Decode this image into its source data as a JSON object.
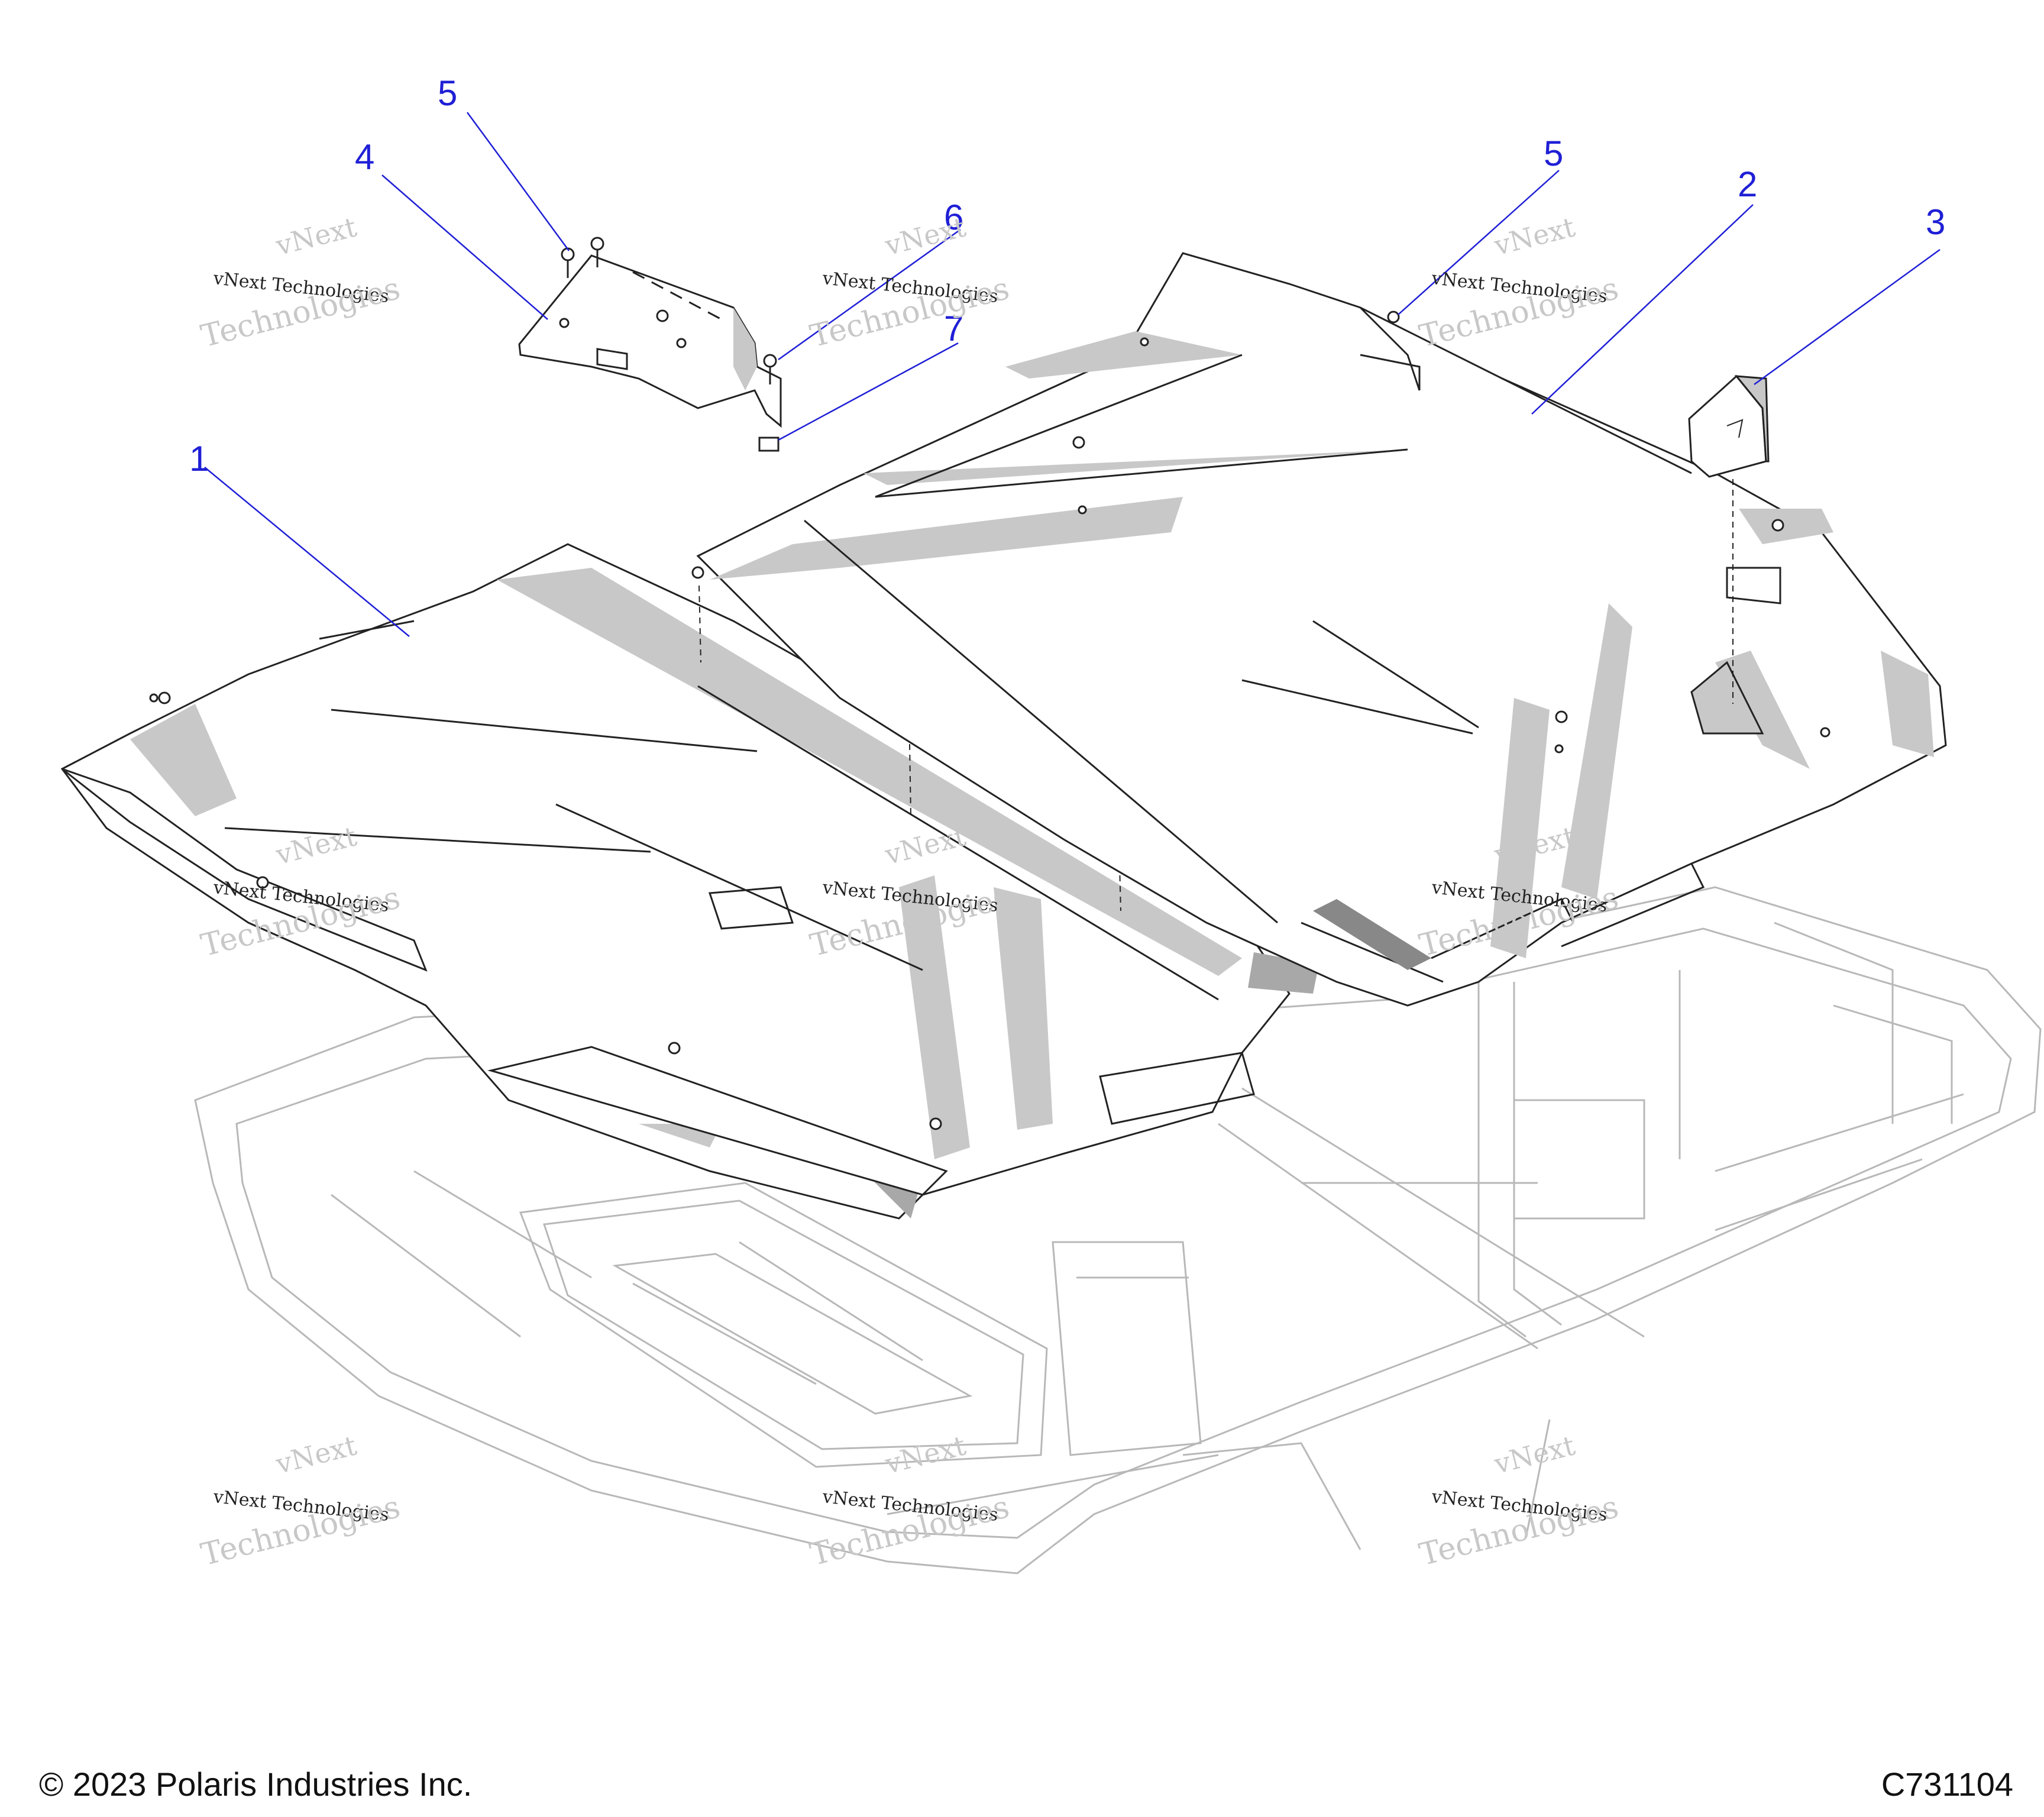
{
  "callouts": [
    {
      "label": "1"
    },
    {
      "label": "2"
    },
    {
      "label": "3"
    },
    {
      "label": "4"
    },
    {
      "label": "5"
    },
    {
      "label": "5"
    },
    {
      "label": "6"
    },
    {
      "label": "7"
    }
  ],
  "watermark": {
    "line1": "vNext",
    "line2": "vNext Technologies",
    "line3": "Technologies"
  },
  "footer": {
    "copyright": "© 2023 Polaris Industries Inc.",
    "drawing_code": "C731104"
  },
  "colors": {
    "callout": "#1f1fd6",
    "line": "#222222",
    "shade": "#c8c8c8",
    "ghost": "#b8b8b8"
  }
}
